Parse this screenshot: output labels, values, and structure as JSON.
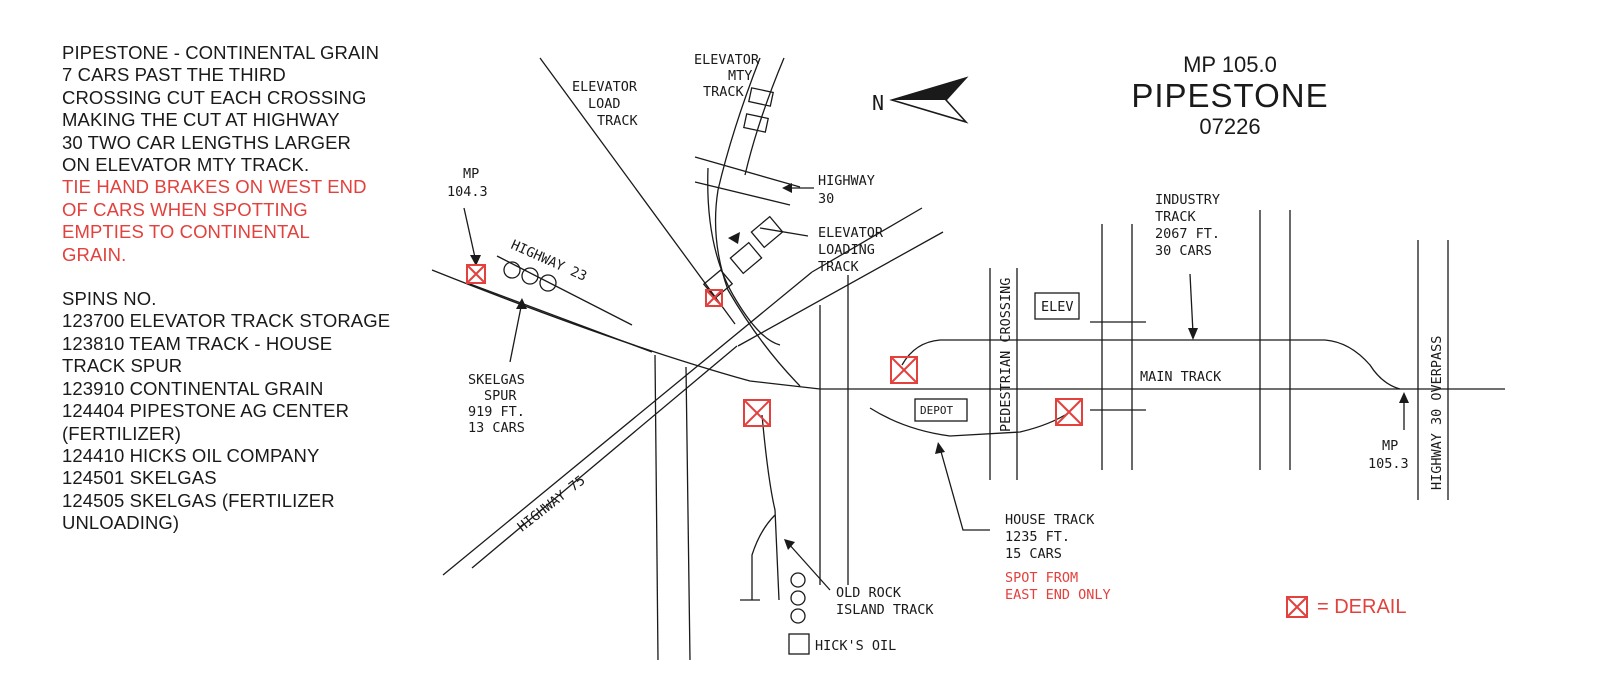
{
  "notes": {
    "instructions": [
      "PIPESTONE - CONTINENTAL GRAIN",
      "7 CARS PAST THE THIRD",
      "CROSSING CUT EACH CROSSING",
      "MAKING THE CUT AT HIGHWAY",
      "30 TWO CAR LENGTHS LARGER",
      "ON ELEVATOR MTY TRACK."
    ],
    "warning": [
      "TIE HAND BRAKES ON WEST END",
      "OF CARS WHEN SPOTTING",
      "EMPTIES TO CONTINENTAL",
      "GRAIN."
    ],
    "spins_heading": "SPINS NO.",
    "spins": [
      "123700 ELEVATOR TRACK STORAGE",
      "123810 TEAM TRACK - HOUSE",
      "TRACK SPUR",
      "123910 CONTINENTAL GRAIN",
      "124404 PIPESTONE AG CENTER",
      "(FERTILIZER)",
      "124410 HICKS OIL COMPANY",
      "124501 SKELGAS",
      "124505 SKELGAS (FERTILIZER",
      "UNLOADING)"
    ]
  },
  "title": {
    "milepost": "MP 105.0",
    "station": "PIPESTONE",
    "code": "07226"
  },
  "north_label": "N",
  "labels": {
    "elevator_mty_track": [
      "ELEVATOR",
      "MTY",
      "TRACK"
    ],
    "elevator_load_track": [
      "ELEVATOR",
      "LOAD",
      "TRACK"
    ],
    "highway_30": [
      "HIGHWAY",
      "30"
    ],
    "mp_104_3": [
      "MP",
      "104.3"
    ],
    "elevator_loading_track": [
      "ELEVATOR",
      "LOADING",
      "TRACK"
    ],
    "highway_23": "HIGHWAY 23",
    "skelgas_spur": [
      "SKELGAS",
      "SPUR",
      "919 FT.",
      "13 CARS"
    ],
    "highway_75": "HIGHWAY 75",
    "pedestrian_crossing": "PEDESTRIAN CROSSING",
    "elev_building": "ELEV",
    "depot": "DEPOT",
    "industry_track": [
      "INDUSTRY",
      "TRACK",
      "2067 FT.",
      "30 CARS"
    ],
    "main_track": "MAIN TRACK",
    "highway_30_overpass": "HIGHWAY 30 OVERPASS",
    "mp_105_3": [
      "MP",
      "105.3"
    ],
    "house_track": [
      "HOUSE TRACK",
      "1235 FT.",
      "15 CARS"
    ],
    "house_track_note": [
      "SPOT FROM",
      "EAST END ONLY"
    ],
    "old_rock_island_track": [
      "OLD ROCK",
      "ISLAND TRACK"
    ],
    "hicks_oil": "HICK'S OIL"
  },
  "legend": {
    "label": "= DERAIL",
    "symbol": "derail-icon"
  },
  "colors": {
    "ink": "#1a1a1a",
    "accent_red": "#e2413d"
  }
}
